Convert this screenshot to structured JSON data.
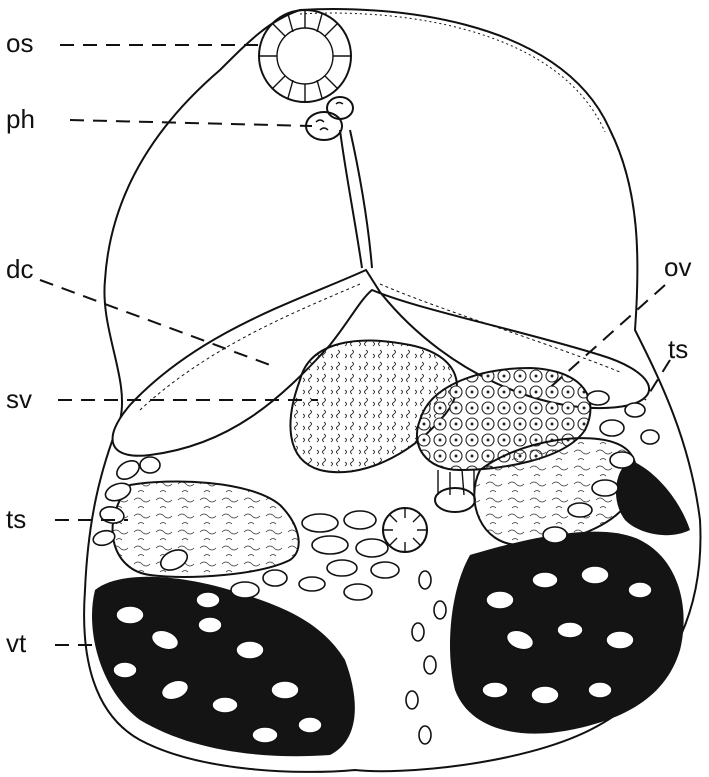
{
  "figure": {
    "labels": {
      "os": "os",
      "ph": "ph",
      "dc": "dc",
      "sv": "sv",
      "ts_left": "ts",
      "vt": "vt",
      "ov": "ov",
      "ts_right": "ts"
    }
  }
}
